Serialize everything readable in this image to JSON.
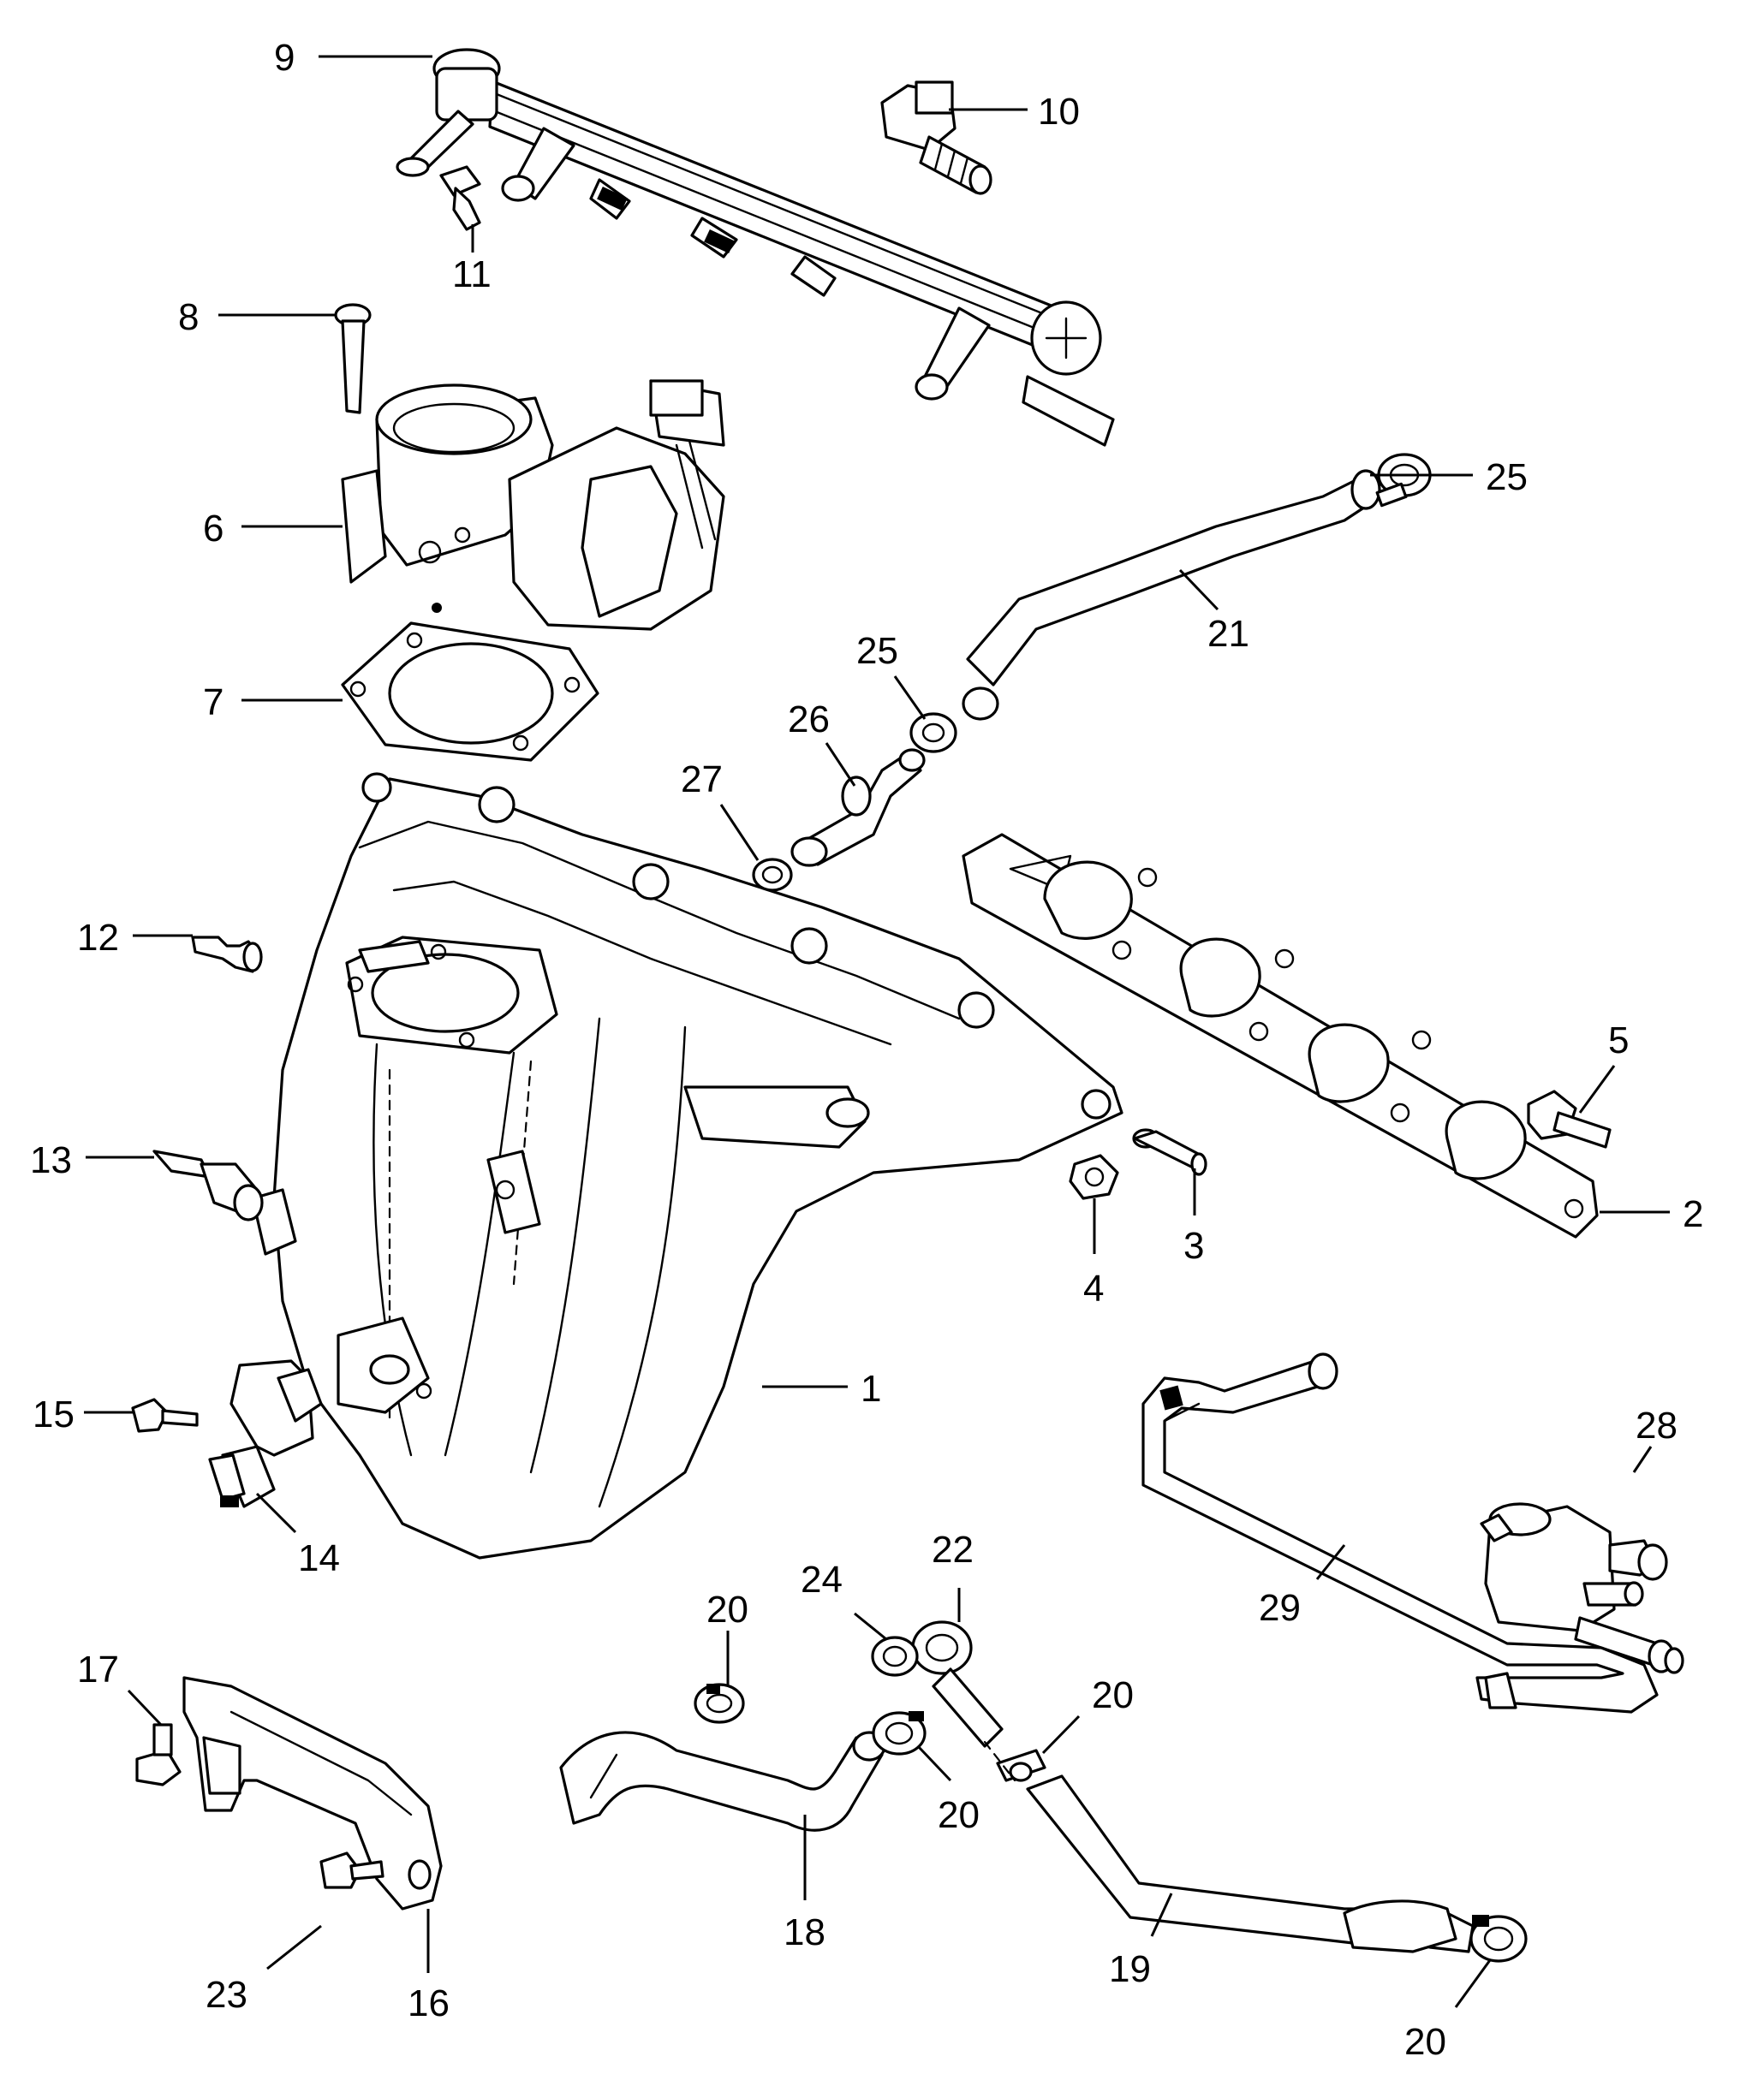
{
  "diagram": {
    "type": "exploded-parts",
    "callouts": [
      {
        "id": "c1",
        "label": "1"
      },
      {
        "id": "c2",
        "label": "2"
      },
      {
        "id": "c3",
        "label": "3"
      },
      {
        "id": "c4",
        "label": "4"
      },
      {
        "id": "c5",
        "label": "5"
      },
      {
        "id": "c6",
        "label": "6"
      },
      {
        "id": "c7",
        "label": "7"
      },
      {
        "id": "c8",
        "label": "8"
      },
      {
        "id": "c9",
        "label": "9"
      },
      {
        "id": "c10",
        "label": "10"
      },
      {
        "id": "c11",
        "label": "11"
      },
      {
        "id": "c12",
        "label": "12"
      },
      {
        "id": "c13",
        "label": "13"
      },
      {
        "id": "c14",
        "label": "14"
      },
      {
        "id": "c15",
        "label": "15"
      },
      {
        "id": "c16",
        "label": "16"
      },
      {
        "id": "c17",
        "label": "17"
      },
      {
        "id": "c18",
        "label": "18"
      },
      {
        "id": "c19",
        "label": "19"
      },
      {
        "id": "c20a",
        "label": "20"
      },
      {
        "id": "c20b",
        "label": "20"
      },
      {
        "id": "c20c",
        "label": "20"
      },
      {
        "id": "c20d",
        "label": "20"
      },
      {
        "id": "c21",
        "label": "21"
      },
      {
        "id": "c22",
        "label": "22"
      },
      {
        "id": "c23",
        "label": "23"
      },
      {
        "id": "c24",
        "label": "24"
      },
      {
        "id": "c25a",
        "label": "25"
      },
      {
        "id": "c25b",
        "label": "25"
      },
      {
        "id": "c26",
        "label": "26"
      },
      {
        "id": "c27",
        "label": "27"
      },
      {
        "id": "c28",
        "label": "28"
      },
      {
        "id": "c29",
        "label": "29"
      }
    ]
  }
}
